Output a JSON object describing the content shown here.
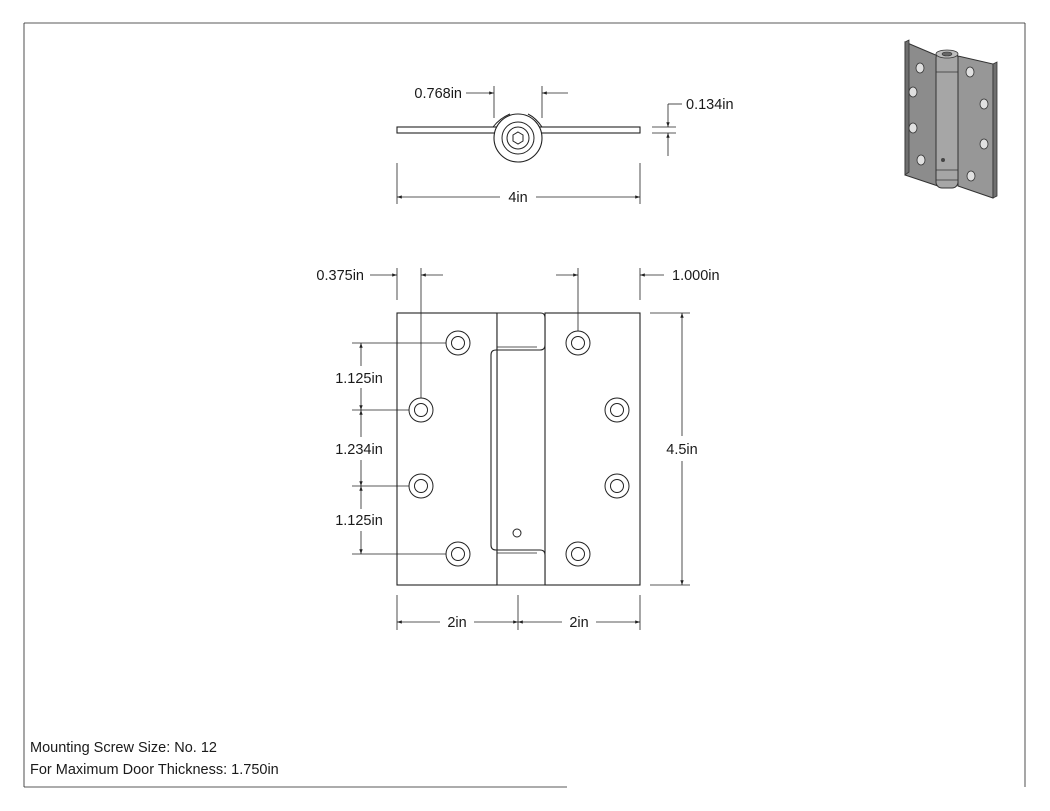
{
  "dimensions": {
    "knuckle_width": "0.768in",
    "leaf_thickness": "0.134in",
    "overall_width_top": "4in",
    "edge_to_hole": "0.375in",
    "edge_to_hole_right": "1.000in",
    "hole_spacing_1": "1.125in",
    "hole_spacing_2": "1.234in",
    "hole_spacing_3": "1.125in",
    "height": "4.5in",
    "leaf_width_left": "2in",
    "leaf_width_right": "2in"
  },
  "notes": {
    "screw_size": "Mounting Screw Size: No. 12",
    "door_thickness": "For Maximum Door Thickness: 1.750in"
  },
  "colors": {
    "line": "#222222",
    "thumbnail_fill": "#8c8c8c"
  }
}
